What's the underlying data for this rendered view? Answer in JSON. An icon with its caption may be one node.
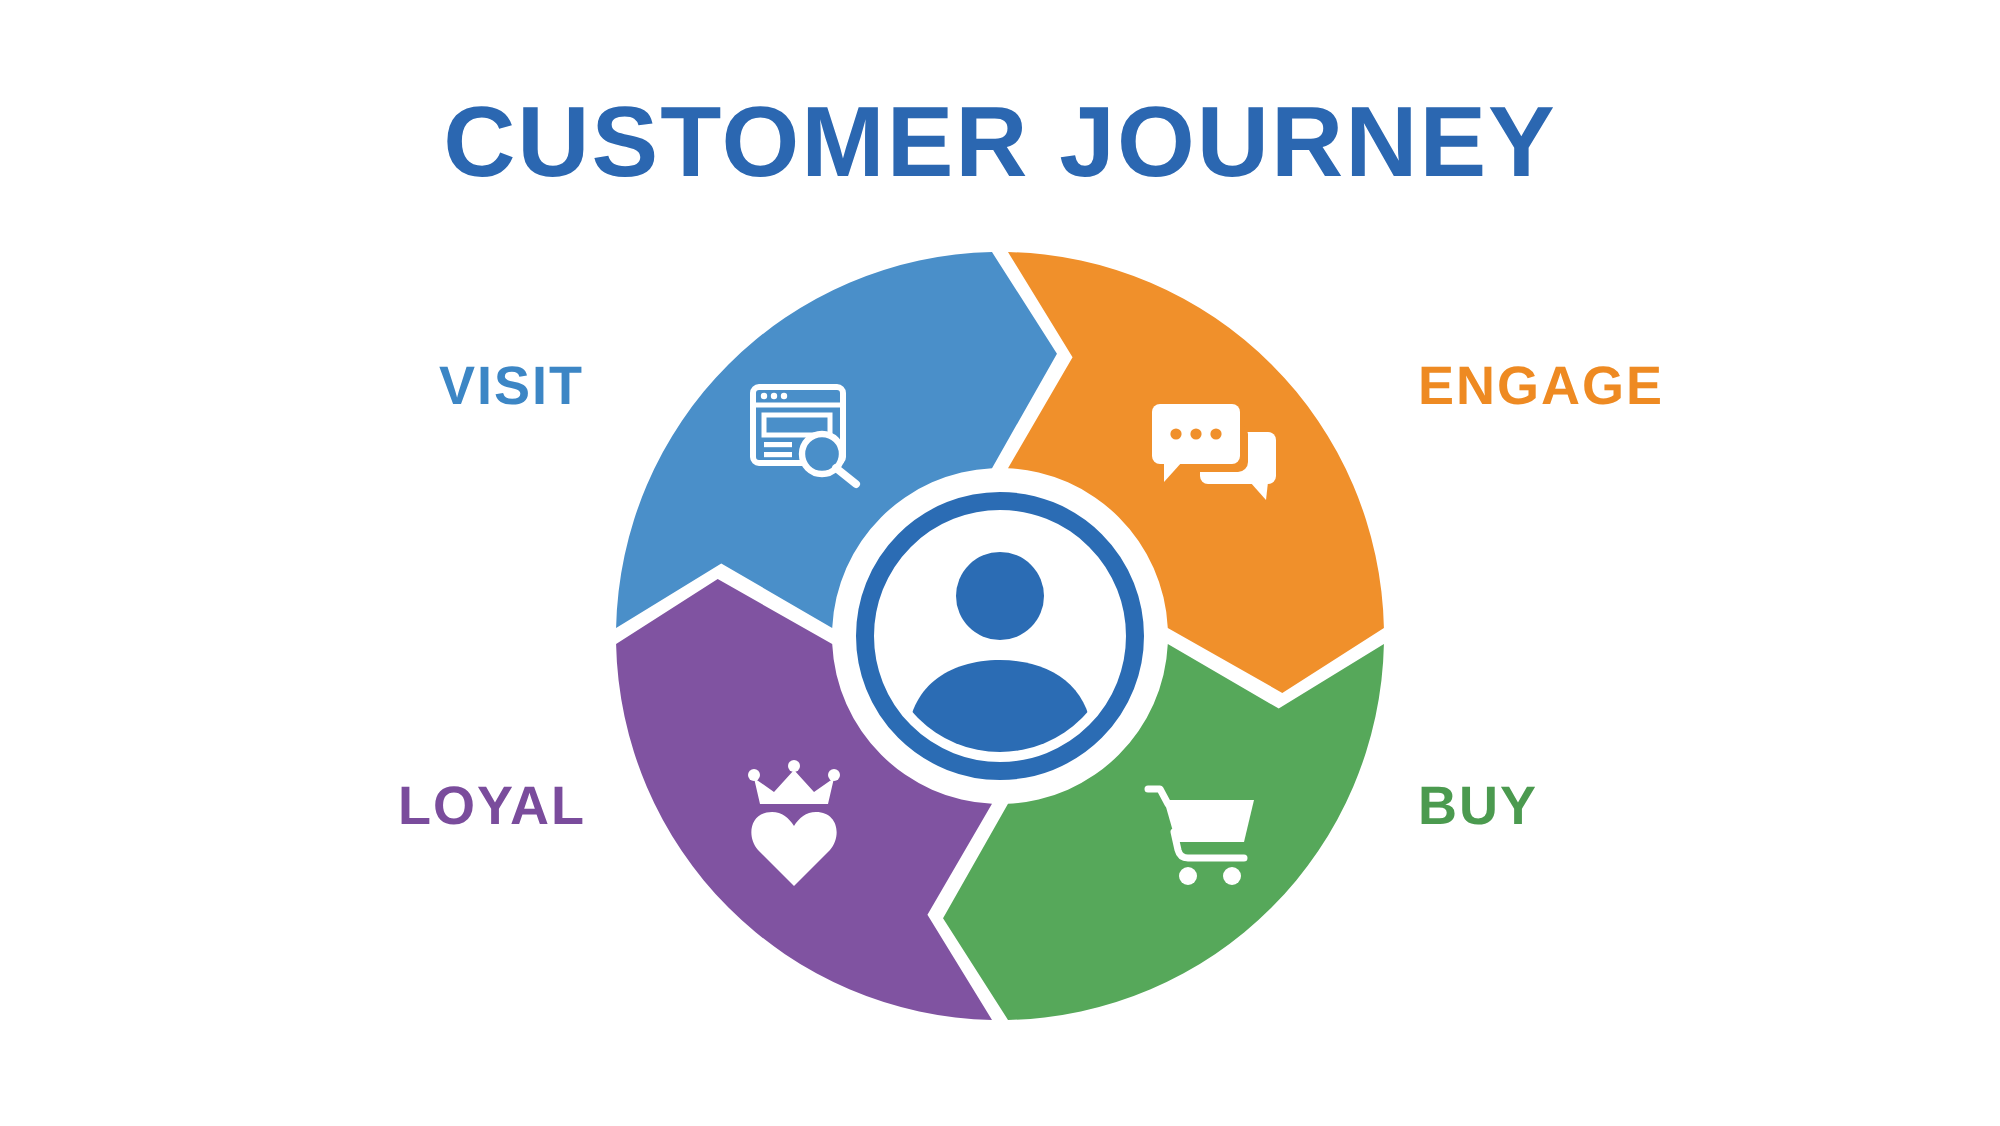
{
  "diagram": {
    "title": "CUSTOMER JOURNEY",
    "nodes": [
      {
        "text": [],
        "shape": "arrow",
        "beside": [
          "VISIT"
        ]
      },
      {
        "text": [],
        "shape": "arrow",
        "beside": [
          "ENGAGE"
        ]
      },
      {
        "text": [],
        "shape": "arrow",
        "beside": [
          "BUY"
        ]
      },
      {
        "text": [],
        "shape": "arrow",
        "beside": [
          "LOYAL"
        ]
      }
    ]
  }
}
